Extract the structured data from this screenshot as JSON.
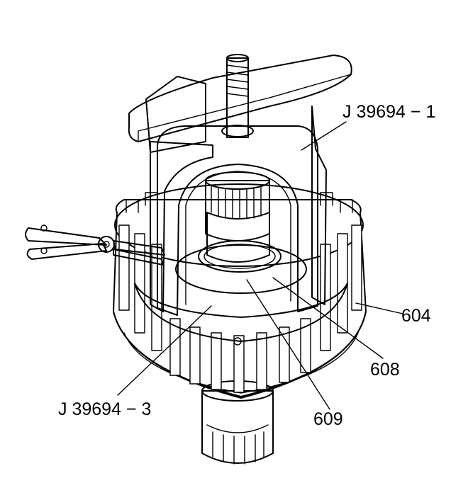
{
  "callouts": {
    "tool_1": "J 39694 − 1",
    "tool_3": "J 39694 − 3",
    "part_604": "604",
    "part_608": "608",
    "part_609": "609"
  },
  "colors": {
    "line": "#000000",
    "background": "#ffffff",
    "stipple": "#6b6b6b"
  }
}
